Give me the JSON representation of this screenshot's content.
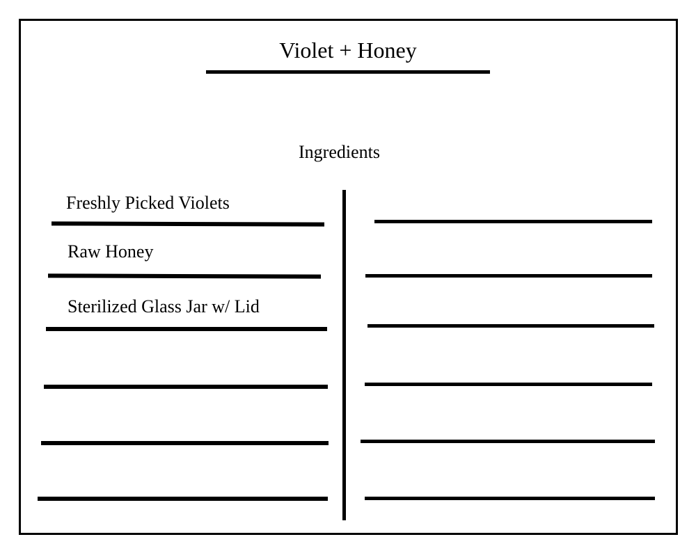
{
  "recipe": {
    "title": "Violet + Honey",
    "section_heading": "Ingredients",
    "left_column": [
      {
        "text": "Freshly Picked Violets"
      },
      {
        "text": "Raw Honey"
      },
      {
        "text": "Sterilized Glass Jar w/ Lid"
      },
      {
        "text": ""
      },
      {
        "text": ""
      },
      {
        "text": ""
      }
    ],
    "right_column": [
      {
        "text": ""
      },
      {
        "text": ""
      },
      {
        "text": ""
      },
      {
        "text": ""
      },
      {
        "text": ""
      },
      {
        "text": ""
      }
    ]
  }
}
